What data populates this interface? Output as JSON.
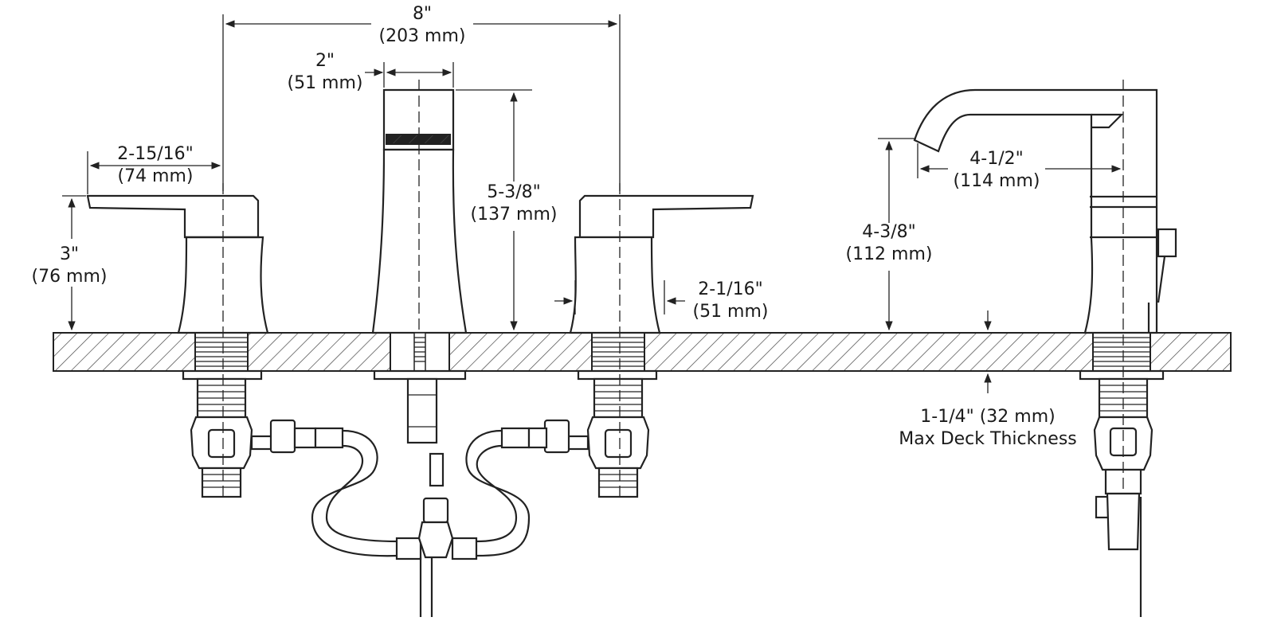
{
  "diagram": {
    "dimensions": {
      "overall_spread": {
        "imperial": "8\"",
        "metric": "(203 mm)"
      },
      "spout_width": {
        "imperial": "2\"",
        "metric": "(51 mm)"
      },
      "handle_reach": {
        "imperial": "2-15/16\"",
        "metric": "(74 mm)"
      },
      "spout_height": {
        "imperial": "5-3/8\"",
        "metric": "(137 mm)"
      },
      "handle_height": {
        "imperial": "3\"",
        "metric": "(76 mm)"
      },
      "base_diameter": {
        "imperial": "2-1/16\"",
        "metric": "(51 mm)"
      },
      "spout_reach": {
        "imperial": "4-1/2\"",
        "metric": "(114 mm)"
      },
      "spout_outlet_height": {
        "imperial": "4-3/8\"",
        "metric": "(112 mm)"
      },
      "deck_thickness": {
        "imperial_metric": "1-1/4\" (32 mm)",
        "note": "Max Deck Thickness"
      }
    }
  }
}
